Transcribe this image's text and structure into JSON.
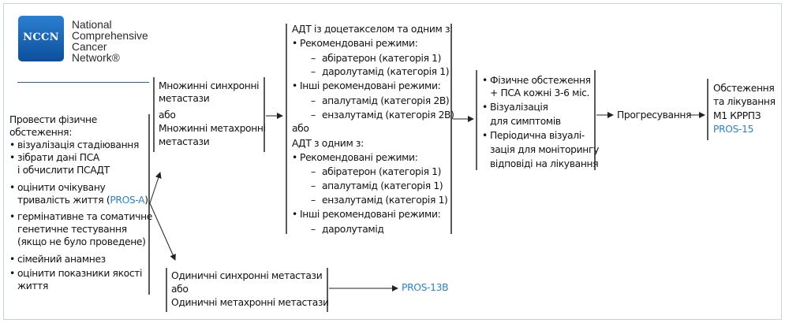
{
  "logo": {
    "mark": "NCCN",
    "lines": [
      "National",
      "Comprehensive",
      "Cancer",
      "Network®"
    ]
  },
  "workup": {
    "intro": [
      "Провести фізичне",
      "обстеження:"
    ],
    "items": [
      [
        "візуалізація стадіювання"
      ],
      [
        "зібрати дані ПСА",
        "і обчислити ПСАДТ"
      ],
      [
        "оцінити очікувану",
        "тривалість життя ("
      ],
      [
        "гермінативне та соматичне",
        "генетичне тестування",
        "(якщо не було проведене)"
      ],
      [
        "сімейний анамнез"
      ],
      [
        "оцінити показники якості",
        "життя"
      ]
    ],
    "link_pros_a": "PROS-A",
    "close_paren": ")"
  },
  "multiple": {
    "line1": "Множинні синхронні",
    "line2": "метастази",
    "or": "або",
    "line3": "Множинні метахронні",
    "line4": "метастази"
  },
  "single": {
    "line1": "Одиничні синхронні метастази",
    "or": "або",
    "line2": "Одиничні метахронні метастази",
    "link": "PROS-13B"
  },
  "treatment": {
    "head1": "АДТ із доцетакселом та одним з:",
    "rec1": "Рекомендовані режими:",
    "rec1_items": [
      "абіратерон (категорія 1)",
      "даролутамід (категорія 1)"
    ],
    "other1": "Інші рекомендовані режими:",
    "other1_items": [
      "апалутамід (категорія 2В)",
      "ензалутамід (категорія 2В)"
    ],
    "or": "або",
    "head2": "АДТ з одним з:",
    "rec2": "Рекомендовані режими:",
    "rec2_items": [
      "абіратерон (категорія 1)",
      "апалутамід (категорія 1)",
      "ензалутамід (категорія 1)"
    ],
    "other2": "Інші рекомендовані режими:",
    "other2_items": [
      "даролутамід"
    ]
  },
  "monitoring": {
    "items": [
      [
        "Фізичне обстеження",
        "+ ПСА кожні 3-6 міс."
      ],
      [
        "Візуалізація",
        "для симптомів"
      ],
      [
        "Періодична візуалі-",
        "зація для моніторингу",
        "відповіді на лікування"
      ]
    ]
  },
  "progression": {
    "label": "Прогресування"
  },
  "final": {
    "lines": [
      "Обстеження",
      "та лікування",
      "М1 КРРПЗ"
    ],
    "link": "PROS-15"
  },
  "colors": {
    "link": "#2b83c6",
    "logo": "#1a64b4",
    "border": "#c7d3e2"
  }
}
